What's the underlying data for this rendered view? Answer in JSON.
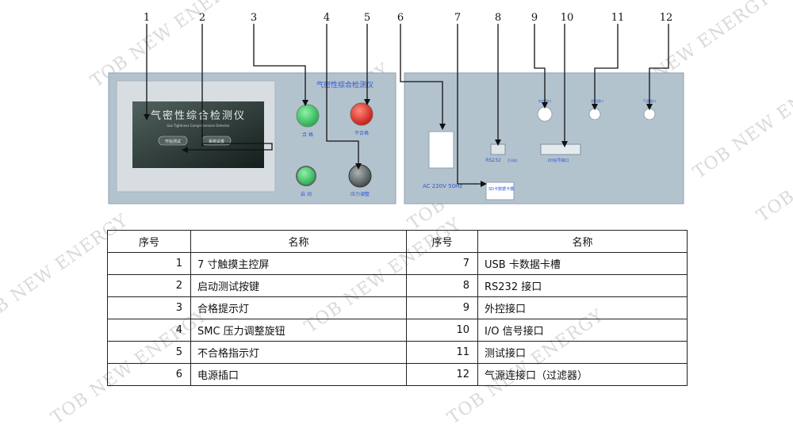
{
  "callout_numbers": [
    "1",
    "2",
    "3",
    "4",
    "5",
    "6",
    "7",
    "8",
    "9",
    "10",
    "11",
    "12"
  ],
  "front_panel": {
    "title": "气密性综合检测仪",
    "screen_title": "气密性综合检测仪",
    "screen_subtitle": "Gas Tightness Comprehensive Detector",
    "screen_btn1": "开始测试",
    "screen_btn2": "系统设置",
    "green_top_label": "合 格",
    "red_label": "不合格",
    "green_bottom_label": "启 动",
    "knob_label": "压力调整"
  },
  "rear_panel": {
    "power_label": "AC 220V 50Hz",
    "usb_label": "SD卡数据卡槽",
    "rs232_label": "RS232",
    "rs232_sub": "打印机",
    "io_label": "I/O信号接口",
    "ext_label": "外控接口",
    "test_label": "测试接口",
    "gas_label": "气源接口"
  },
  "colors": {
    "panel": "#b3c3ce",
    "green": "#37c463",
    "red": "#e2261e",
    "label_blue": "#2f55d4"
  },
  "table": {
    "headers": [
      "序号",
      "名称",
      "序号",
      "名称"
    ],
    "rows": [
      [
        "1",
        "7 寸触摸主控屏",
        "7",
        "USB 卡数据卡槽"
      ],
      [
        "2",
        "启动测试按键",
        "8",
        "RS232 接口"
      ],
      [
        "3",
        "合格提示灯",
        "9",
        "外控接口"
      ],
      [
        "4",
        "SMC 压力调整旋钮",
        "10",
        "I/O 信号接口"
      ],
      [
        "5",
        "不合格指示灯",
        "11",
        "测试接口"
      ],
      [
        "6",
        "电源插口",
        "12",
        "气源连接口（过滤器）"
      ]
    ]
  },
  "watermark": "TOB NEW ENERGY"
}
